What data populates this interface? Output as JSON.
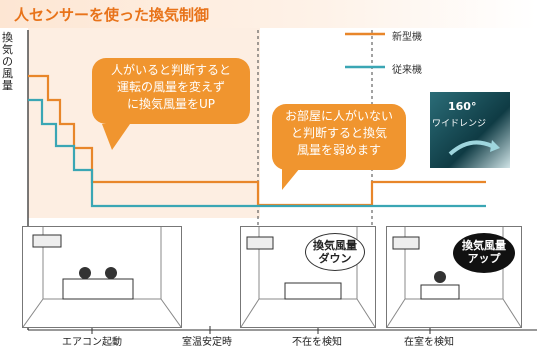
{
  "title": "人センサーを使った換気制御",
  "y_axis_label": [
    "換",
    "気",
    "の",
    "風",
    "量"
  ],
  "legend": [
    {
      "label": "新型機",
      "color": "#e8862a"
    },
    {
      "label": "従来機",
      "color": "#3aa6b4"
    }
  ],
  "bubbles": {
    "left": [
      "人がいると判断すると",
      "運転の風量を変えず",
      "に換気風量をUP"
    ],
    "right": [
      "お部屋に人がいない",
      "と判断すると換気",
      "風量を弱めます"
    ]
  },
  "wide_badge": {
    "degree": "160°",
    "label": "ワイドレンジ"
  },
  "scene_badges": {
    "down": [
      "換気風量",
      "ダウン"
    ],
    "up": [
      "換気風量",
      "アップ"
    ]
  },
  "x_captions": [
    "エアコン起動",
    "室温安定時",
    "不在を検知",
    "在室を検知"
  ],
  "chart_data": {
    "type": "line",
    "x": [
      "エアコン起動",
      "室温安定時",
      "不在を検知",
      "在室を検知"
    ],
    "series": [
      {
        "name": "新型機",
        "color": "#e8862a",
        "description_steps": "high at start, steps down, drops at absence detection, rises at presence detection"
      },
      {
        "name": "従来機",
        "color": "#3aa6b4",
        "description_steps": "high at start, steps down then stays flat"
      }
    ],
    "colors": {
      "new": "#e8862a",
      "old": "#3aa6b4",
      "bubble": "#f0952f"
    }
  }
}
